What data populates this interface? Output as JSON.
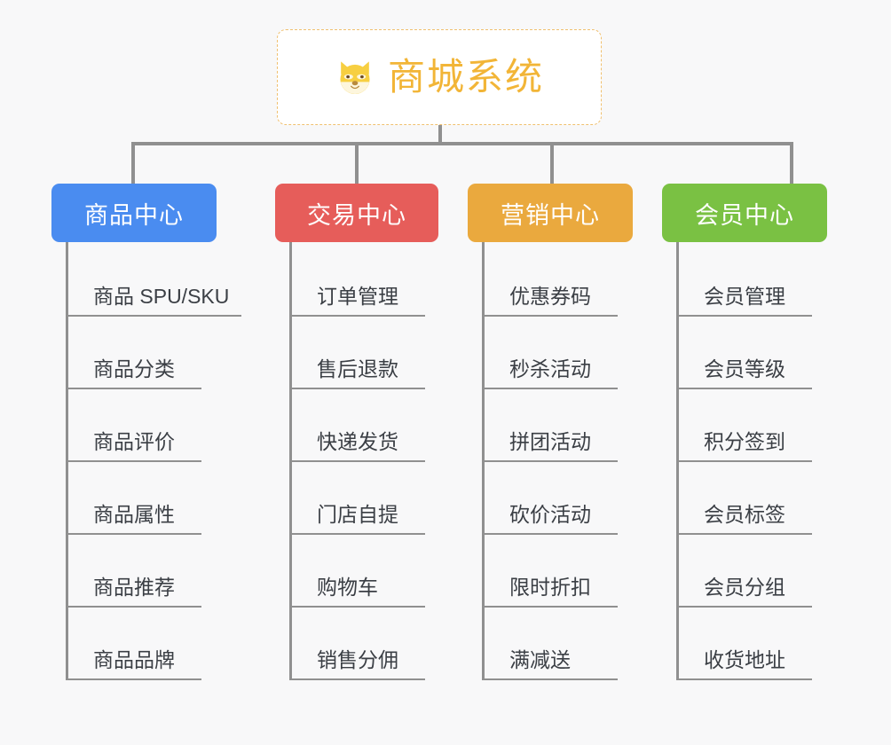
{
  "diagram": {
    "title": "商城系统",
    "root_icon": "shiba-dog-icon",
    "background_color": "#f8f8f9",
    "root_border_color": "#f0c070",
    "root_text_color": "#f2b537",
    "connector_color": "#909090",
    "branches": [
      {
        "label": "商品中心",
        "color": "#4a8cf0",
        "items": [
          "商品 SPU/SKU",
          "商品分类",
          "商品评价",
          "商品属性",
          "商品推荐",
          "商品品牌"
        ]
      },
      {
        "label": "交易中心",
        "color": "#e65d5a",
        "items": [
          "订单管理",
          "售后退款",
          "快递发货",
          "门店自提",
          "购物车",
          "销售分佣"
        ]
      },
      {
        "label": "营销中心",
        "color": "#eaa93e",
        "items": [
          "优惠券码",
          "秒杀活动",
          "拼团活动",
          "砍价活动",
          "限时折扣",
          "满减送"
        ]
      },
      {
        "label": "会员中心",
        "color": "#7ac143",
        "items": [
          "会员管理",
          "会员等级",
          "积分签到",
          "会员标签",
          "会员分组",
          "收货地址"
        ]
      }
    ]
  }
}
